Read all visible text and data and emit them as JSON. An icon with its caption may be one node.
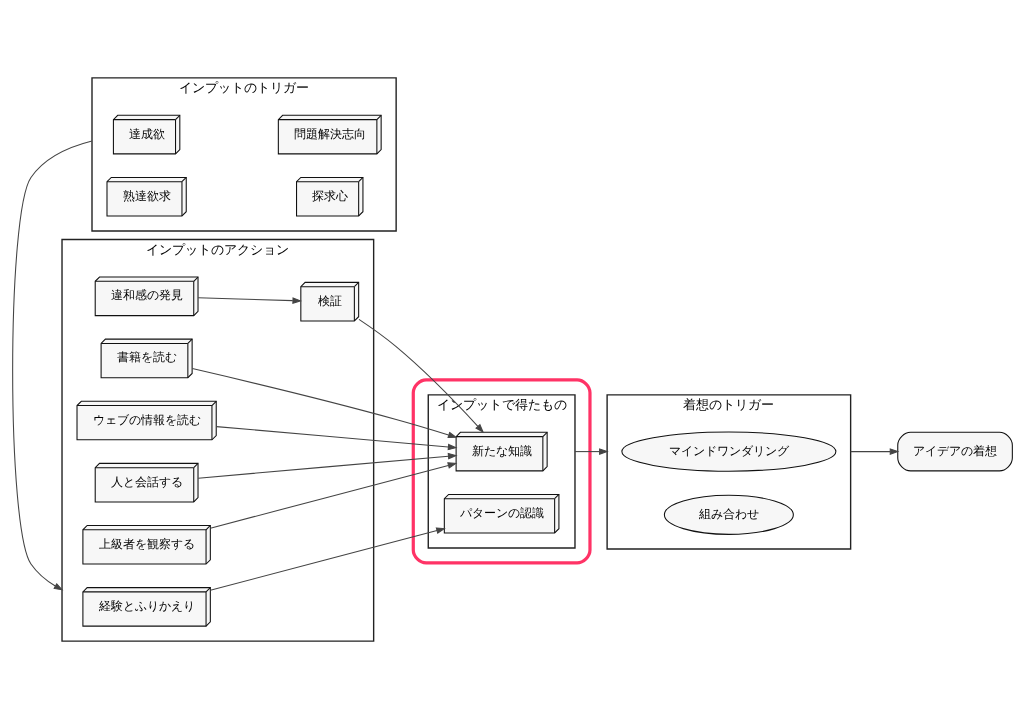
{
  "diagram": {
    "nodes": [
      {
        "text": [
          "インプットのトリガー"
        ]
      },
      {
        "text": [
          "達成欲"
        ],
        "in": 0
      },
      {
        "text": [
          "問題解決志向"
        ],
        "in": 0
      },
      {
        "text": [
          "熟達欲求"
        ],
        "in": 0
      },
      {
        "text": [
          "探求心"
        ],
        "in": 0
      },
      {
        "text": [
          "インプットのアクション"
        ]
      },
      {
        "text": [
          "違和感の発見"
        ],
        "in": 5
      },
      {
        "text": [
          "検証"
        ],
        "in": 5
      },
      {
        "text": [
          "書籍を読む"
        ],
        "in": 5
      },
      {
        "text": [
          "ウェブの情報を読む"
        ],
        "in": 5
      },
      {
        "text": [
          "人と会話する"
        ],
        "in": 5
      },
      {
        "text": [
          "上級者を観察する"
        ],
        "in": 5
      },
      {
        "text": [
          "経験とふりかえり"
        ],
        "in": 5
      },
      {
        "text": [],
        "shape": "box"
      },
      {
        "text": [
          "インプットで得たもの"
        ],
        "in": 13
      },
      {
        "text": [
          "新たな知識"
        ],
        "in": 14
      },
      {
        "text": [
          "パターンの認識"
        ],
        "in": 14
      },
      {
        "text": [
          "着想のトリガー"
        ]
      },
      {
        "text": [
          "マインドワンダリング"
        ],
        "in": 17
      },
      {
        "text": [
          "組み合わせ"
        ],
        "in": 17
      },
      {
        "text": [
          "アイデアの着想"
        ]
      }
    ],
    "edges": [
      {
        "from": 0,
        "to": 5,
        "arrow": "to"
      },
      {
        "from": 6,
        "to": 7,
        "arrow": "to"
      },
      {
        "from": 7,
        "to": 15,
        "arrow": "to"
      },
      {
        "from": 8,
        "to": 15,
        "arrow": "to"
      },
      {
        "from": 9,
        "to": 15,
        "arrow": "to"
      },
      {
        "from": 10,
        "to": 15,
        "arrow": "to"
      },
      {
        "from": 11,
        "to": 15,
        "arrow": "to"
      },
      {
        "from": 12,
        "to": 16,
        "arrow": "to"
      },
      {
        "from": 14,
        "to": 17,
        "arrow": "to"
      },
      {
        "from": 17,
        "to": 20,
        "arrow": "to"
      }
    ]
  }
}
